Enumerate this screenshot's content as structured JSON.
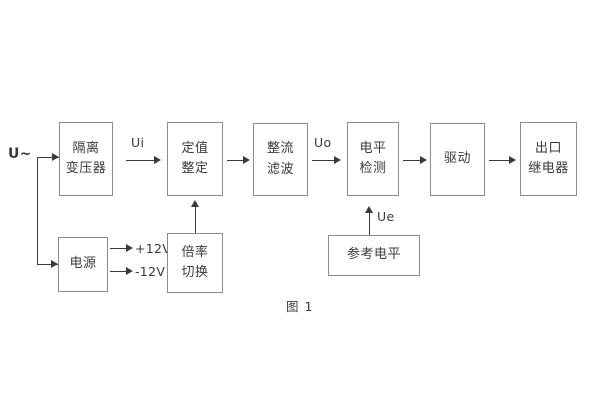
{
  "figure": {
    "caption": "图 1",
    "background_color": "#ffffff",
    "box_border_color": "#8c8c8c",
    "line_color": "#3a3a3a",
    "text_color": "#3a3a3a"
  },
  "blocks": [
    {
      "id": "isolation-transformer",
      "lines": [
        "隔离",
        "变压器"
      ]
    },
    {
      "id": "setting-value",
      "lines": [
        "定值",
        "整定"
      ]
    },
    {
      "id": "rectify-filter",
      "lines": [
        "整流",
        "滤波"
      ]
    },
    {
      "id": "level-detect",
      "lines": [
        "电平",
        "检测"
      ]
    },
    {
      "id": "drive",
      "lines": [
        "驱动"
      ]
    },
    {
      "id": "output-relay",
      "lines": [
        "出口",
        "继电器"
      ]
    },
    {
      "id": "power-supply",
      "lines": [
        "电源"
      ]
    },
    {
      "id": "multiplier-switch",
      "lines": [
        "倍率",
        "切换"
      ]
    },
    {
      "id": "reference-level",
      "lines": [
        "参考电平"
      ]
    }
  ],
  "block_text": {
    "isolation_transformer_l1": "隔离",
    "isolation_transformer_l2": "变压器",
    "setting_value_l1": "定值",
    "setting_value_l2": "整定",
    "rectify_filter_l1": "整流",
    "rectify_filter_l2": "滤波",
    "level_detect_l1": "电平",
    "level_detect_l2": "检测",
    "drive_l1": "驱动",
    "output_relay_l1": "出口",
    "output_relay_l2": "继电器",
    "power_supply_l1": "电源",
    "multiplier_switch_l1": "倍率",
    "multiplier_switch_l2": "切换",
    "reference_level_l1": "参考电平"
  },
  "signal_labels": {
    "input_source": "U~",
    "ui": "Ui",
    "uo": "Uo",
    "ue": "Ue",
    "rail_positive": "+12V",
    "rail_negative": "-12V"
  }
}
